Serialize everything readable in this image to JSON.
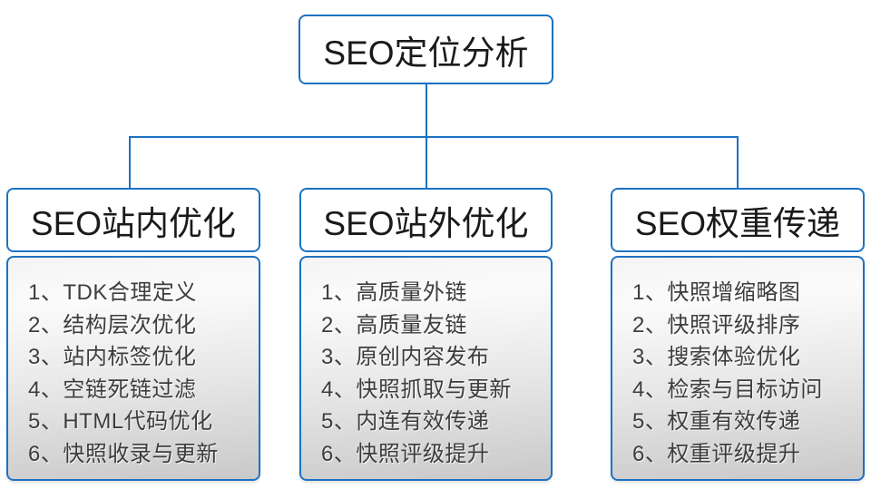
{
  "root": {
    "title": "SEO定位分析"
  },
  "columns": [
    {
      "title": "SEO站内优化",
      "items": [
        "1、TDK合理定义",
        "2、结构层次优化",
        "3、站内标签优化",
        "4、空链死链过滤",
        "5、HTML代码优化",
        "6、快照收录与更新"
      ]
    },
    {
      "title": "SEO站外优化",
      "items": [
        "1、高质量外链",
        "2、高质量友链",
        "3、原创内容发布",
        "4、快照抓取与更新",
        "5、内连有效传递",
        "6、快照评级提升"
      ]
    },
    {
      "title": "SEO权重传递",
      "items": [
        "1、快照增缩略图",
        "2、快照评级排序",
        "3、搜索体验优化",
        "4、检索与目标访问",
        "5、权重有效传递",
        "6、权重评级提升"
      ]
    }
  ],
  "colors": {
    "accent_blue": "#1c72c2",
    "list_text": "#3d3d3d",
    "list_gradient_top": "#f4f4f4",
    "list_gradient_bottom": "#c9c9c9"
  }
}
